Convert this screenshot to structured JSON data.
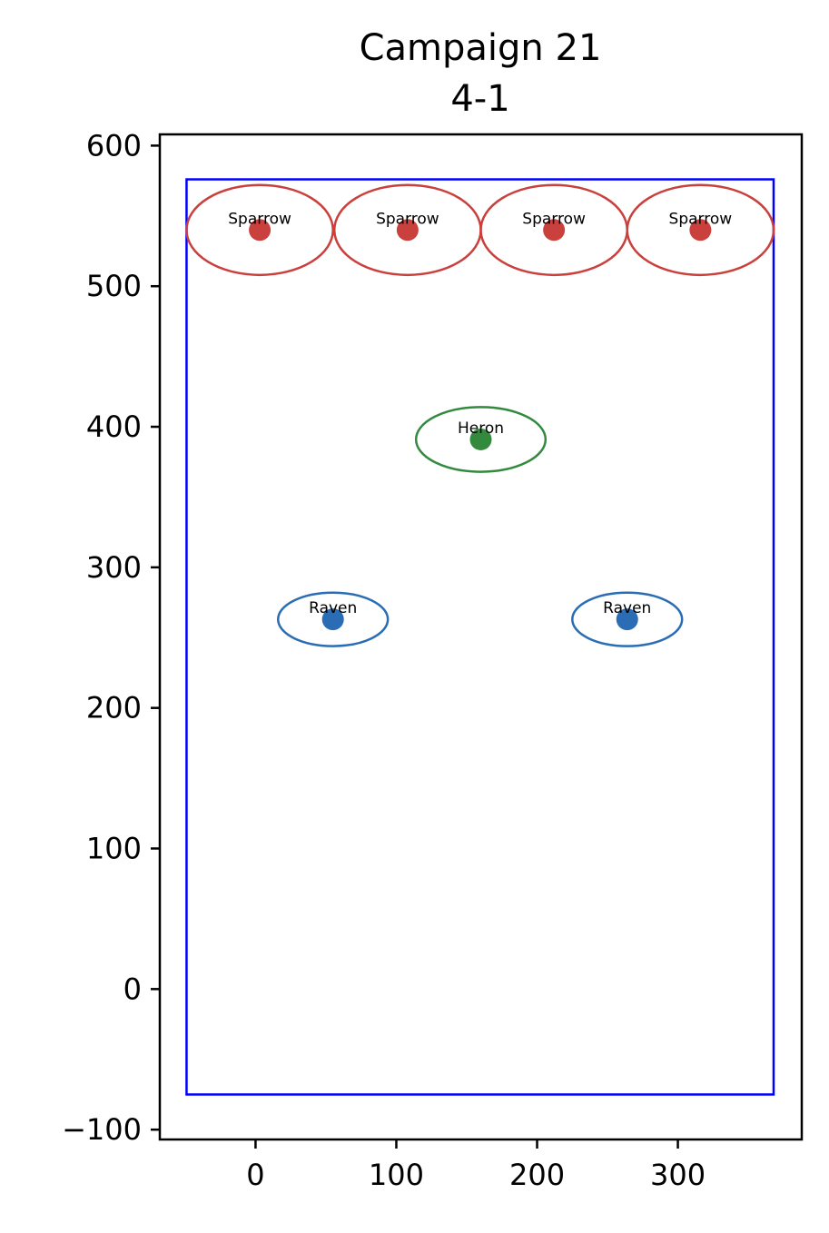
{
  "chart_data": {
    "type": "scatter",
    "title": "Campaign 21",
    "subtitle": "4-1",
    "xlabel": "",
    "ylabel": "",
    "xlim": [
      -68,
      388
    ],
    "ylim": [
      -107,
      608
    ],
    "xticks": [
      0,
      100,
      200,
      300
    ],
    "yticks": [
      -100,
      0,
      100,
      200,
      300,
      400,
      500,
      600
    ],
    "xtick_labels": [
      "0",
      "100",
      "200",
      "300"
    ],
    "ytick_labels": [
      "−100",
      "0",
      "100",
      "200",
      "300",
      "400",
      "500",
      "600"
    ],
    "grid": false,
    "boundary": {
      "x0": -49,
      "y0": -75,
      "x1": 368,
      "y1": 576,
      "color": "#0000ff"
    },
    "points": [
      {
        "label": "Sparrow",
        "x": 3,
        "y": 540,
        "rx": 52,
        "ry": 32,
        "color": "#c9403d"
      },
      {
        "label": "Sparrow",
        "x": 108,
        "y": 540,
        "rx": 52,
        "ry": 32,
        "color": "#c9403d"
      },
      {
        "label": "Sparrow",
        "x": 212,
        "y": 540,
        "rx": 52,
        "ry": 32,
        "color": "#c9403d"
      },
      {
        "label": "Sparrow",
        "x": 316,
        "y": 540,
        "rx": 52,
        "ry": 32,
        "color": "#c9403d"
      },
      {
        "label": "Heron",
        "x": 160,
        "y": 391,
        "rx": 46,
        "ry": 23,
        "color": "#338a3e"
      },
      {
        "label": "Raven",
        "x": 55,
        "y": 263,
        "rx": 39,
        "ry": 19,
        "color": "#2a6db5"
      },
      {
        "label": "Raven",
        "x": 264,
        "y": 263,
        "rx": 39,
        "ry": 19,
        "color": "#2a6db5"
      }
    ]
  }
}
